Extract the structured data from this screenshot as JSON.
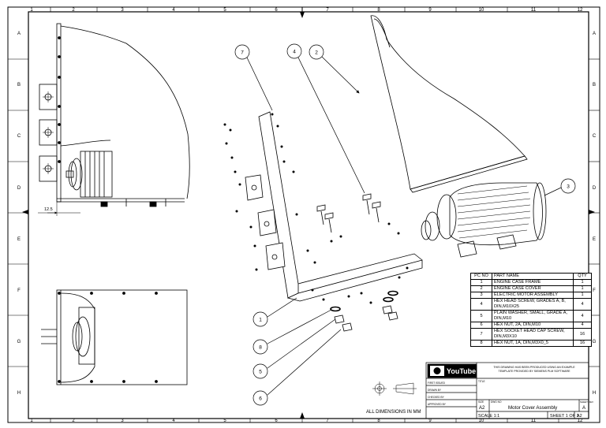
{
  "sheet": {
    "columns": [
      "1",
      "2",
      "3",
      "4",
      "5",
      "6",
      "7",
      "8",
      "9",
      "10",
      "11",
      "12"
    ],
    "rows": [
      "A",
      "B",
      "C",
      "D",
      "E",
      "F",
      "G",
      "H"
    ],
    "dimension_note": "ALL DIMENSIONS IN MM",
    "dimension_value": "12.5"
  },
  "balloons": [
    "1",
    "2",
    "3",
    "4",
    "5",
    "6",
    "7",
    "8"
  ],
  "bom": {
    "headers": {
      "pc_no": "PC NO",
      "part_name": "PART NAME",
      "qty": "QTY"
    },
    "rows": [
      {
        "pc": "1",
        "name": "ENGINE CASE FRAME",
        "qty": "1"
      },
      {
        "pc": "2",
        "name": "ENGINE CASE COVER",
        "qty": "1"
      },
      {
        "pc": "3",
        "name": "ELECTRIC MOTOR ASSEMBLY",
        "qty": "1"
      },
      {
        "pc": "4",
        "name": "HEX HEAD SCREW, GRADES A, B, DIN,M10X25",
        "qty": "4"
      },
      {
        "pc": "5",
        "name": "PLAIN WASHER, SMALL, GRADE A, DIN,M10",
        "qty": "4"
      },
      {
        "pc": "6",
        "name": "HEX NUT, 2A, DIN,M10",
        "qty": "4"
      },
      {
        "pc": "7",
        "name": "HEX SOCKET HEAD CAP SCREW, DIN,M3X10",
        "qty": "16"
      },
      {
        "pc": "8",
        "name": "HEX NUT, 1A, DIN,M3X0_5",
        "qty": "16"
      }
    ]
  },
  "title_block": {
    "logo_text": "YouTube",
    "notice": "THIS DRAWING HAS BEEN PRODUCED USING AN EXAMPLE TEMPLATE PROVIDED BY SIEMENS PLM SOFTWARE",
    "first_issued": "FIRST ISSUED",
    "drawn_by": "DRAWN BY",
    "checked_by": "CHECKED BY",
    "approved_by": "APPROVED BY",
    "title_label": "TITLE",
    "size_label": "SIZE",
    "size_value": "A2",
    "dwg_no_label": "DWG NO",
    "dwg_title": "Motor Cover Assembly",
    "rev_label": "SHEET REV",
    "rev_value": "A",
    "scale": "SCALE 1:1",
    "sheet": "SHEET 1 OF 1",
    "sheet_size": "A2"
  }
}
